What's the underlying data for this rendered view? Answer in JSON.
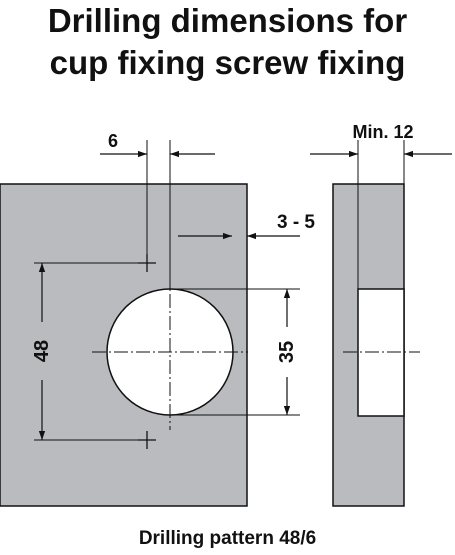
{
  "title": {
    "line1": "Drilling dimensions for",
    "line2": "cup fixing screw fixing"
  },
  "dimensions": {
    "screw_offset": "6",
    "edge_distance": "3 - 5",
    "min_thickness": "Min. 12",
    "screw_spacing": "48",
    "cup_diameter": "35"
  },
  "caption": "Drilling pattern 48/6",
  "colors": {
    "panel": "#b9bbbe",
    "line": "#111111",
    "background": "#ffffff"
  }
}
